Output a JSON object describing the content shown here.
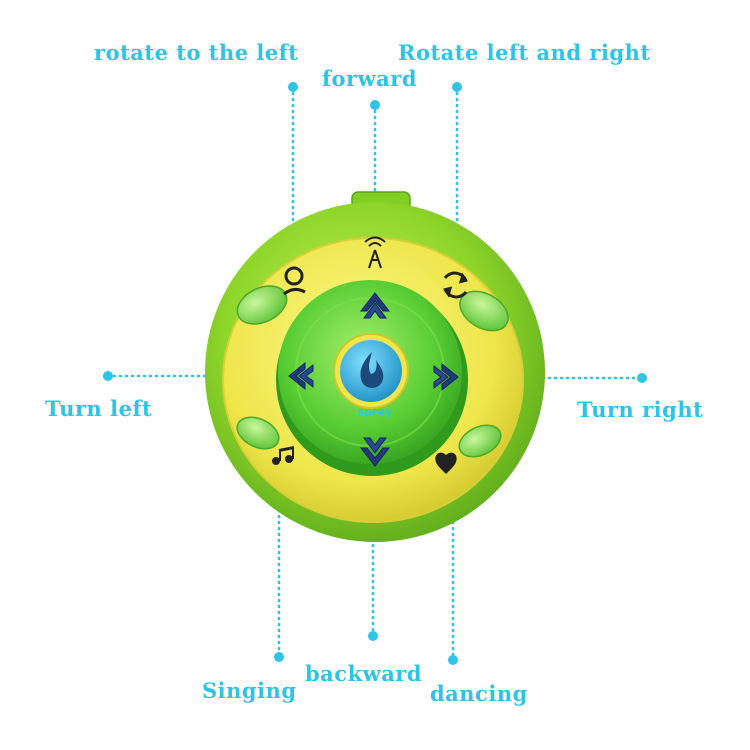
{
  "labels": {
    "rotate_left": "rotate to the left",
    "rotate_left_right": "Rotate left and right",
    "forward": "forward",
    "turn_left": "Turn left",
    "turn_right": "Turn right",
    "singing": "Singing",
    "backward": "backward",
    "dancing": "dancing"
  },
  "device": {
    "brand": "spray"
  },
  "colors": {
    "label": "#2ec4e6",
    "shell_green": "#8fd62a",
    "shell_yellow": "#f2ee4a",
    "inner_green": "#5fd13a",
    "button_green": "#7bd84a",
    "logo_blue": "#2aa7d8"
  },
  "icons": [
    "signal-tower-icon",
    "refresh-rotate-icon",
    "rotate-left-icon",
    "music-notes-icon",
    "heart-icon",
    "logo-flame-icon"
  ]
}
